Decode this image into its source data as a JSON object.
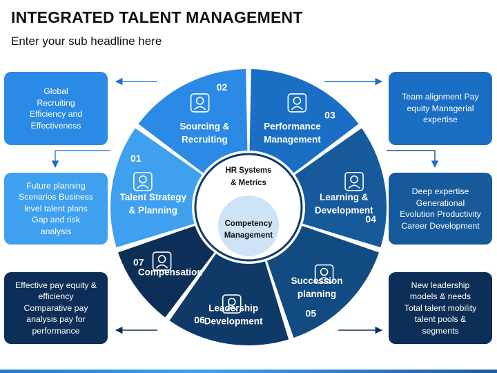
{
  "header": {
    "title": "INTEGRATED TALENT MANAGEMENT",
    "subtitle": "Enter your sub headline here"
  },
  "colors": {
    "sourcing": "#2b8ae6",
    "performance": "#1a6fc4",
    "learning": "#175a9c",
    "succession": "#124a82",
    "leadership": "#0f3a68",
    "compensation": "#0d2f57",
    "talent_strategy": "#3fa0ef",
    "center": "#cfe3f7"
  },
  "segments": [
    {
      "id": "01",
      "label_lines": [
        "Talent Strategy",
        "& Planning"
      ],
      "icon": "planning-icon"
    },
    {
      "id": "02",
      "label_lines": [
        "Sourcing &",
        "Recruiting"
      ],
      "icon": "recruiting-icon"
    },
    {
      "id": "03",
      "label_lines": [
        "Performance",
        "Management"
      ],
      "icon": "performance-icon"
    },
    {
      "id": "04",
      "label_lines": [
        "Learning &",
        "Development"
      ],
      "icon": "learning-icon"
    },
    {
      "id": "05",
      "label_lines": [
        "Succession",
        "planning"
      ],
      "icon": "succession-icon"
    },
    {
      "id": "06",
      "label_lines": [
        "Leadership",
        "Development"
      ],
      "icon": "leadership-icon"
    },
    {
      "id": "07",
      "label_lines": [
        "Compensation"
      ],
      "icon": "compensation-icon"
    }
  ],
  "center": {
    "outer_lines": [
      "HR Systems",
      "& Metrics"
    ],
    "inner_lines": [
      "Competency",
      "Management"
    ]
  },
  "side_boxes": [
    {
      "lines": [
        "Global",
        "Recruiting",
        "Efficiency and",
        "Effectiveness"
      ]
    },
    {
      "lines": [
        "Future planning",
        "Scenarios Business",
        "level  talent plans",
        "Gap and risk",
        "analysis"
      ]
    },
    {
      "lines": [
        "Effective pay equity &",
        "efficiency",
        "Comparative pay",
        "analysis pay for",
        "performance"
      ]
    },
    {
      "lines": [
        "Team alignment Pay",
        "equity Managerial",
        "expertise"
      ]
    },
    {
      "lines": [
        "Deep expertise",
        "Generational",
        "Evolution Productivity",
        "Career Development"
      ]
    },
    {
      "lines": [
        "New leadership",
        "models & needs",
        "Total talent mobility",
        "talent pools &",
        "segments"
      ]
    }
  ]
}
